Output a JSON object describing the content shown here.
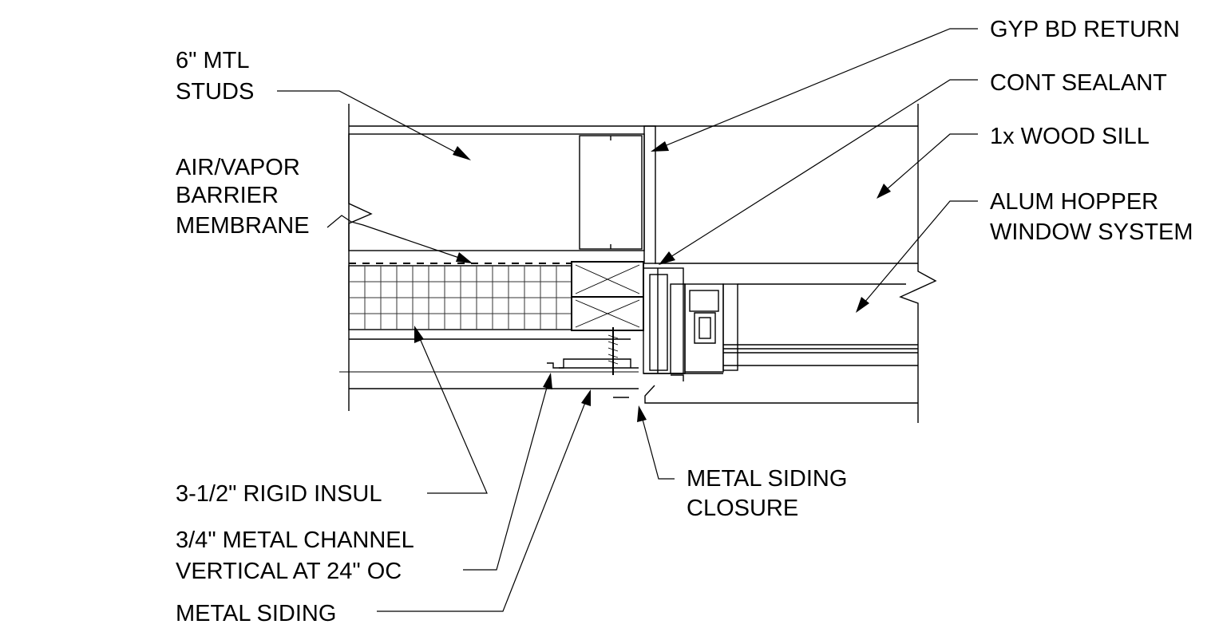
{
  "labels": {
    "mtl_studs_1": "6\" MTL",
    "mtl_studs_2": "STUDS",
    "barrier_1": "AIR/VAPOR",
    "barrier_2": "BARRIER",
    "barrier_3": "MEMBRANE",
    "gyp_bd_return": "GYP BD RETURN",
    "cont_sealant": "CONT SEALANT",
    "wood_sill": "1x WOOD SILL",
    "hopper_1": "ALUM HOPPER",
    "hopper_2": "WINDOW SYSTEM",
    "rigid_insul": "3-1/2\" RIGID INSUL",
    "channel_1": "3/4\" METAL CHANNEL",
    "channel_2": "VERTICAL AT 24\" OC",
    "metal_siding": "METAL SIDING",
    "closure_1": "METAL SIDING",
    "closure_2": "CLOSURE"
  },
  "colors": {
    "line": "#000000",
    "background": "#ffffff"
  }
}
